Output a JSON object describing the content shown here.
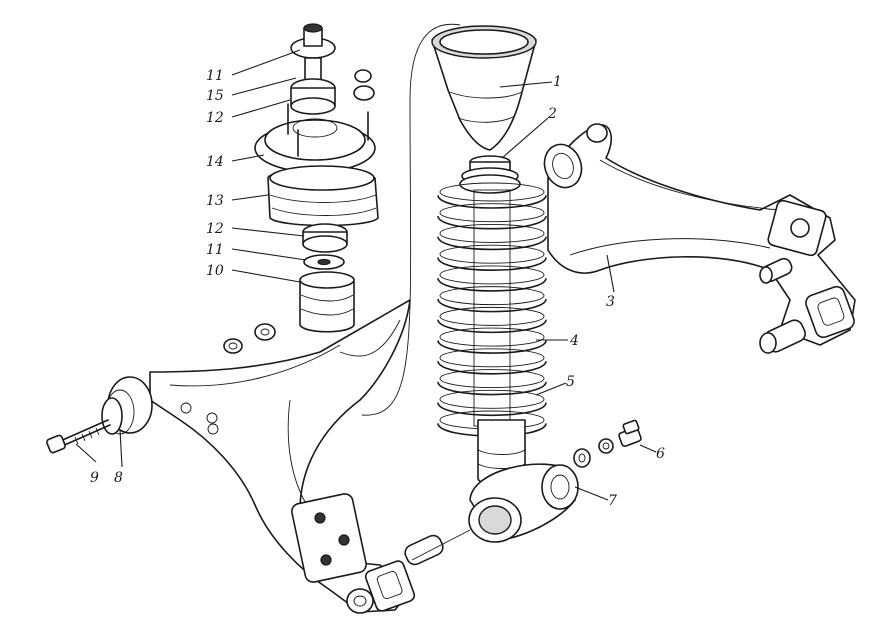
{
  "labels": {
    "l1": "1",
    "l2": "2",
    "l3": "3",
    "l4": "4",
    "l5": "5",
    "l6": "6",
    "l7": "7",
    "l8": "8",
    "l9": "9",
    "l10": "10",
    "l11a": "11",
    "l11b": "11",
    "l12a": "12",
    "l12b": "12",
    "l13": "13",
    "l14": "14",
    "l15": "15"
  }
}
